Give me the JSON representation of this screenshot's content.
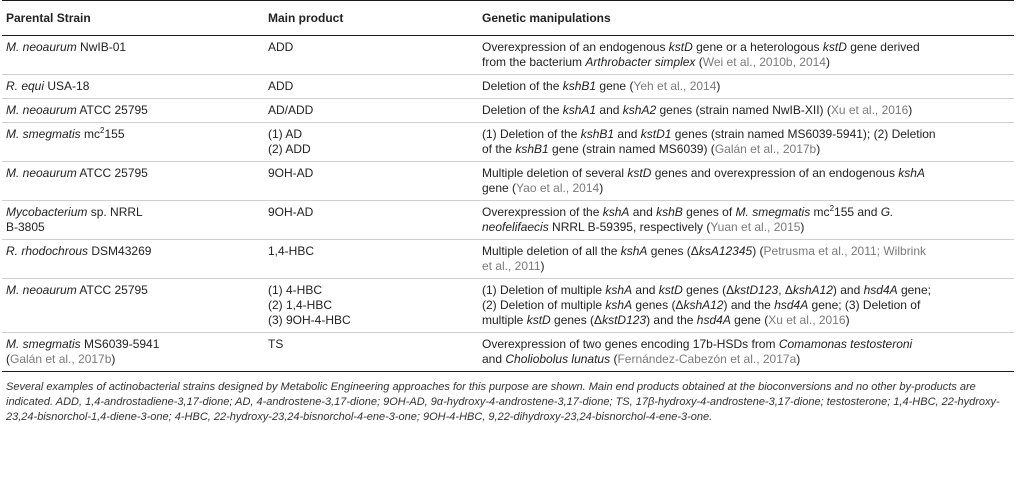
{
  "headers": [
    "Parental Strain",
    "Main product",
    "Genetic manipulations"
  ],
  "rows": [
    {
      "strain": [
        {
          "t": "M. neoaurum",
          "i": true
        },
        {
          "t": " NwIB-01"
        }
      ],
      "product": [
        "ADD"
      ],
      "manip": [
        {
          "t": "Overexpression of an endogenous "
        },
        {
          "t": "kstD",
          "i": true
        },
        {
          "t": " gene or a heterologous "
        },
        {
          "t": "kstD",
          "i": true
        },
        {
          "t": " gene derived"
        },
        {
          "br": true
        },
        {
          "t": "from the bacterium "
        },
        {
          "t": "Arthrobacter simplex",
          "i": true
        },
        {
          "t": " ("
        },
        {
          "t": "Wei et al., 2010b, 2014",
          "ref": true
        },
        {
          "t": ")"
        }
      ]
    },
    {
      "strain": [
        {
          "t": "R. equi",
          "i": true
        },
        {
          "t": " USA-18"
        }
      ],
      "product": [
        "ADD"
      ],
      "manip": [
        {
          "t": "Deletion of the "
        },
        {
          "t": "kshB1",
          "i": true
        },
        {
          "t": " gene ("
        },
        {
          "t": "Yeh et al., 2014",
          "ref": true
        },
        {
          "t": ")"
        }
      ]
    },
    {
      "strain": [
        {
          "t": "M. neoaurum",
          "i": true
        },
        {
          "t": " ATCC 25795"
        }
      ],
      "product": [
        "AD/ADD"
      ],
      "manip": [
        {
          "t": "Deletion of the "
        },
        {
          "t": "kshA1",
          "i": true
        },
        {
          "t": " and "
        },
        {
          "t": "kshA2",
          "i": true
        },
        {
          "t": " genes (strain named NwIB-XII) ("
        },
        {
          "t": "Xu et al., 2016",
          "ref": true
        },
        {
          "t": ")"
        }
      ]
    },
    {
      "strain": [
        {
          "t": "M. smegmatis",
          "i": true
        },
        {
          "t": " mc"
        },
        {
          "t": "2",
          "sup": true
        },
        {
          "t": "155"
        }
      ],
      "product": [
        "(1) AD",
        "(2) ADD"
      ],
      "manip": [
        {
          "t": "(1) Deletion of the "
        },
        {
          "t": "kshB1",
          "i": true
        },
        {
          "t": " and "
        },
        {
          "t": "kstD1",
          "i": true
        },
        {
          "t": " genes (strain named MS6039-5941); (2) Deletion"
        },
        {
          "br": true
        },
        {
          "t": "of the "
        },
        {
          "t": "kshB1",
          "i": true
        },
        {
          "t": " gene (strain named MS6039) ("
        },
        {
          "t": "Galán et al., 2017b",
          "ref": true
        },
        {
          "t": ")"
        }
      ]
    },
    {
      "strain": [
        {
          "t": "M. neoaurum",
          "i": true
        },
        {
          "t": " ATCC 25795"
        }
      ],
      "product": [
        "9OH-AD"
      ],
      "manip": [
        {
          "t": "Multiple deletion of several "
        },
        {
          "t": "kstD",
          "i": true
        },
        {
          "t": " genes and overexpression of an endogenous "
        },
        {
          "t": "kshA",
          "i": true
        },
        {
          "br": true
        },
        {
          "t": "gene ("
        },
        {
          "t": "Yao et al., 2014",
          "ref": true
        },
        {
          "t": ")"
        }
      ]
    },
    {
      "strain": [
        {
          "t": "Mycobacterium",
          "i": true
        },
        {
          "t": " sp. NRRL"
        },
        {
          "br": true
        },
        {
          "t": "B-3805"
        }
      ],
      "product": [
        "9OH-AD"
      ],
      "manip": [
        {
          "t": "Overexpression of the "
        },
        {
          "t": "kshA",
          "i": true
        },
        {
          "t": " and "
        },
        {
          "t": "kshB",
          "i": true
        },
        {
          "t": " genes of "
        },
        {
          "t": "M. smegmatis",
          "i": true
        },
        {
          "t": " mc"
        },
        {
          "t": "2",
          "sup": true
        },
        {
          "t": "155 and "
        },
        {
          "t": "G.",
          "i": true
        },
        {
          "br": true
        },
        {
          "t": "neofelifaecis",
          "i": true
        },
        {
          "t": " NRRL B-59395, respectively ("
        },
        {
          "t": "Yuan et al., 2015",
          "ref": true
        },
        {
          "t": ")"
        }
      ]
    },
    {
      "strain": [
        {
          "t": "R. rhodochrous",
          "i": true
        },
        {
          "t": " DSM43269"
        }
      ],
      "product": [
        "1,4-HBC"
      ],
      "manip": [
        {
          "t": "Multiple deletion of all the "
        },
        {
          "t": "kshA",
          "i": true
        },
        {
          "t": " genes (Δ"
        },
        {
          "t": "ksA12345",
          "i": true
        },
        {
          "t": ") ("
        },
        {
          "t": "Petrusma et al., 2011; Wilbrink",
          "ref": true
        },
        {
          "br": true
        },
        {
          "t": "et al., 2011",
          "ref": true
        },
        {
          "t": ")"
        }
      ]
    },
    {
      "strain": [
        {
          "t": "M. neoaurum",
          "i": true
        },
        {
          "t": " ATCC 25795"
        }
      ],
      "product": [
        "(1) 4-HBC",
        "(2) 1,4-HBC",
        "(3) 9OH-4-HBC"
      ],
      "manip": [
        {
          "t": "(1) Deletion of multiple "
        },
        {
          "t": "kshA",
          "i": true
        },
        {
          "t": " and "
        },
        {
          "t": "kstD",
          "i": true
        },
        {
          "t": " genes (Δ"
        },
        {
          "t": "kstD123",
          "i": true
        },
        {
          "t": ", Δ"
        },
        {
          "t": "kshA12",
          "i": true
        },
        {
          "t": ") and "
        },
        {
          "t": "hsd4A",
          "i": true
        },
        {
          "t": " gene;"
        },
        {
          "br": true
        },
        {
          "t": "(2) Deletion of multiple "
        },
        {
          "t": "kshA",
          "i": true
        },
        {
          "t": " genes (Δ"
        },
        {
          "t": "kshA12",
          "i": true
        },
        {
          "t": ") and the "
        },
        {
          "t": "hsd4A",
          "i": true
        },
        {
          "t": " gene; (3) Deletion of"
        },
        {
          "br": true
        },
        {
          "t": "multiple "
        },
        {
          "t": "kstD",
          "i": true
        },
        {
          "t": " genes (Δ"
        },
        {
          "t": "kstD123",
          "i": true
        },
        {
          "t": ") and the "
        },
        {
          "t": "hsd4A",
          "i": true
        },
        {
          "t": " gene ("
        },
        {
          "t": "Xu et al., 2016",
          "ref": true
        },
        {
          "t": ")"
        }
      ]
    },
    {
      "strain": [
        {
          "t": "M. smegmatis",
          "i": true
        },
        {
          "t": " MS6039-5941"
        },
        {
          "br": true
        },
        {
          "t": "("
        },
        {
          "t": "Galán et al., 2017b",
          "ref": true
        },
        {
          "t": ")"
        }
      ],
      "product": [
        "TS"
      ],
      "manip": [
        {
          "t": "Overexpression of two genes encoding 17b-HSDs from "
        },
        {
          "t": "Comamonas testosteroni",
          "i": true
        },
        {
          "br": true
        },
        {
          "t": "and "
        },
        {
          "t": "Choliobolus lunatus",
          "i": true
        },
        {
          "t": " ("
        },
        {
          "t": "Fernández-Cabezón et al., 2017a",
          "ref": true
        },
        {
          "t": ")"
        }
      ]
    }
  ],
  "caption": "Several examples of actinobacterial strains designed by Metabolic Engineering approaches for this purpose are shown. Main end products obtained at the bioconversions and no other by-products are indicated. ADD, 1,4-androstadiene-3,17-dione; AD, 4-androstene-3,17-dione; 9OH-AD, 9α-hydroxy-4-androstene-3,17-dione; TS, 17β-hydroxy-4-androstene-3,17-dione; testosterone; 1,4-HBC, 22-hydroxy-23,24-bisnorchol-1,4-diene-3-one; 4-HBC, 22-hydroxy-23,24-bisnorchol-4-ene-3-one; 9OH-4-HBC, 9,22-dihydroxy-23,24-bisnorchol-4-ene-3-one."
}
